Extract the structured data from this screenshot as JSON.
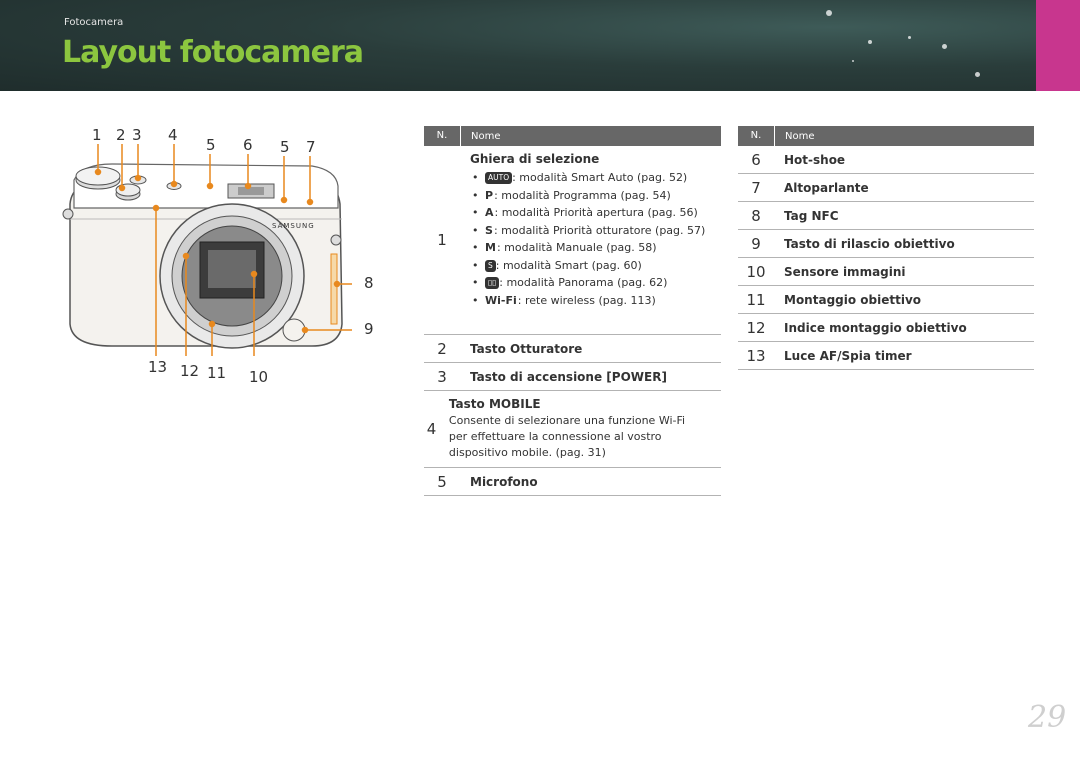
{
  "header": {
    "section": "Fotocamera",
    "title": "Layout fotocamera"
  },
  "figure": {
    "callouts": [
      "1",
      "2",
      "3",
      "4",
      "5",
      "6",
      "5",
      "7",
      "8",
      "9",
      "13",
      "12",
      "11",
      "10"
    ],
    "brand": "SAMSUNG"
  },
  "table_left": {
    "head_n": "N.",
    "head_name": "Nome",
    "rows": [
      {
        "n": "1",
        "name": "Ghiera di selezione",
        "items": [
          {
            "icon": "AUTO",
            "text": ": modalità Smart Auto (pag. 52)"
          },
          {
            "icon": "P",
            "text": ": modalità Programma (pag. 54)"
          },
          {
            "icon": "A",
            "text": ": modalità Priorità apertura (pag. 56)"
          },
          {
            "icon": "S",
            "text": ": modalità Priorità otturatore (pag. 57)"
          },
          {
            "icon": "M",
            "text": ": modalità Manuale (pag. 58)"
          },
          {
            "icon": "S",
            "text": ": modalità Smart (pag. 60)"
          },
          {
            "icon": "▯▯",
            "text": ": modalità Panorama (pag. 62)"
          },
          {
            "icon": "Wi-Fi",
            "text": ": rete wireless (pag. 113)"
          }
        ]
      },
      {
        "n": "2",
        "name": "Tasto Otturatore"
      },
      {
        "n": "3",
        "name": "Tasto di accensione [POWER]"
      },
      {
        "n": "4",
        "name": "Tasto MOBILE",
        "desc": "Consente di selezionare una funzione Wi-Fi per effettuare la connessione al vostro dispositivo mobile. (pag. 31)"
      },
      {
        "n": "5",
        "name": "Microfono"
      }
    ]
  },
  "table_right": {
    "head_n": "N.",
    "head_name": "Nome",
    "rows": [
      {
        "n": "6",
        "name": "Hot-shoe"
      },
      {
        "n": "7",
        "name": "Altoparlante"
      },
      {
        "n": "8",
        "name": "Tag NFC"
      },
      {
        "n": "9",
        "name": "Tasto di rilascio obiettivo"
      },
      {
        "n": "10",
        "name": "Sensore immagini"
      },
      {
        "n": "11",
        "name": "Montaggio obiettivo"
      },
      {
        "n": "12",
        "name": "Indice montaggio obiettivo"
      },
      {
        "n": "13",
        "name": "Luce AF/Spia timer"
      }
    ]
  },
  "page_number": "29",
  "colors": {
    "title_green": "#8cc63f",
    "accent_pink": "#c8368e",
    "callout_orange": "#e8891e",
    "header_dark": "#2a3d3b"
  }
}
